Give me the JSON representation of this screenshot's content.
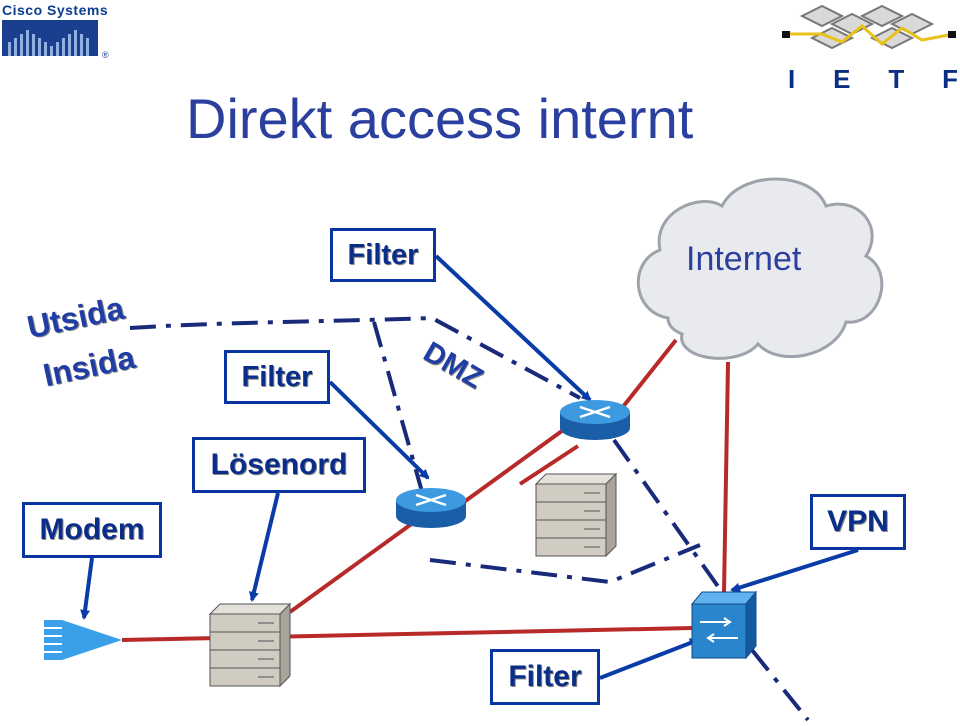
{
  "header": {
    "title": "Direkt access internt"
  },
  "logos": {
    "cisco": {
      "text": "Cisco Systems",
      "registered_mark": "®",
      "icon": "cisco-bridge-logo"
    },
    "ietf": {
      "letters": [
        "I",
        "E",
        "T",
        "F"
      ],
      "icon": "ietf-logo"
    }
  },
  "zones": {
    "outside": "Utsida",
    "inside": "Insida",
    "dmz": "DMZ"
  },
  "cloud": {
    "label": "Internet",
    "icon": "cloud-icon"
  },
  "labels": {
    "filter_top": "Filter",
    "filter_mid": "Filter",
    "password": "Lösenord",
    "modem": "Modem",
    "vpn": "VPN",
    "filter_bottom": "Filter"
  },
  "devices": {
    "router_outer": "router-icon",
    "router_inner": "router-icon",
    "server_dmz": "server-icon",
    "server_inside": "server-icon",
    "modem": "modem-icon",
    "vpn_concentrator": "vpn-concentrator-icon"
  },
  "colors": {
    "title": "#2b3f9e",
    "box_border": "#0a34a0",
    "arrow": "#0a3ca8",
    "link": "#b82a2a",
    "boundary": "#1a2a7a",
    "cloud_fill": "#e8eaee",
    "router": "#2a86cc",
    "server": "#d0ccc2"
  }
}
